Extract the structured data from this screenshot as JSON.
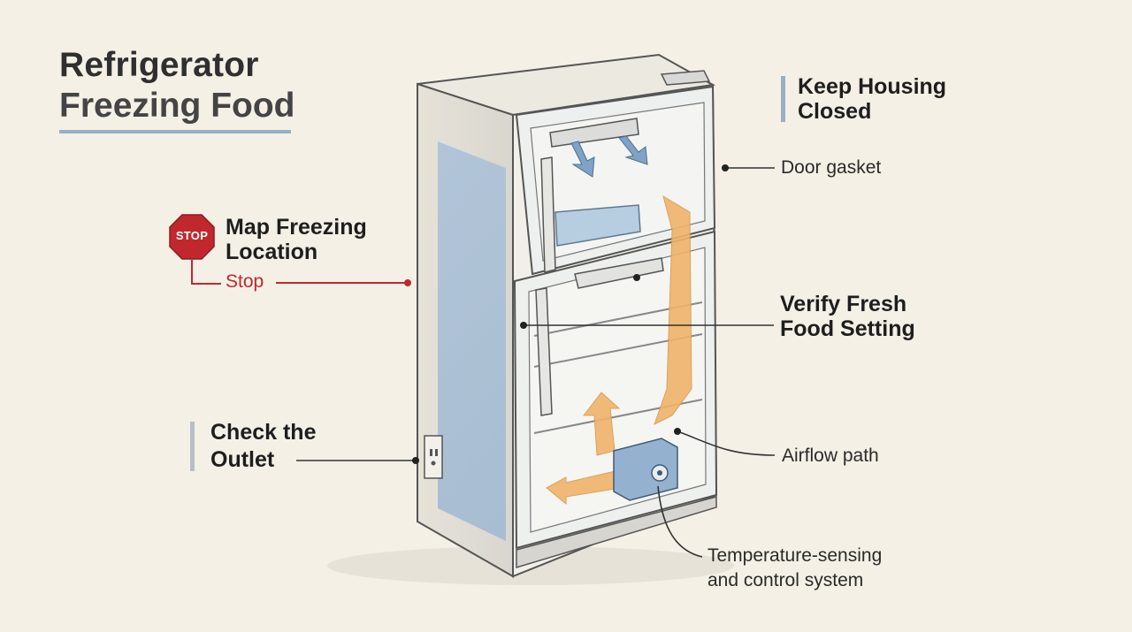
{
  "title": {
    "line1": "Refrigerator",
    "line2": "Freezing Food"
  },
  "callouts": {
    "keep_housing": {
      "line1": "Keep Housing",
      "line2": "Closed"
    },
    "door_gasket": "Door gasket",
    "map_freezing": {
      "line1": "Map Freezing",
      "line2": "Location"
    },
    "stop_sign_text": "STOP",
    "stop_label": "Stop",
    "verify_setting": {
      "line1": "Verify Fresh",
      "line2": "Food Setting"
    },
    "check_outlet": {
      "line1": "Check the",
      "line2": "Outlet"
    },
    "airflow_path": "Airflow path",
    "temp_control": {
      "line1": "Temperature-sensing",
      "line2": "and control system"
    }
  },
  "colors": {
    "background": "#f4f0e6",
    "accent_bar": "#9aaec4",
    "stop_red": "#c0282e",
    "airflow_orange": "#f0b36a",
    "cold_air_blue": "#7ea3c7"
  }
}
